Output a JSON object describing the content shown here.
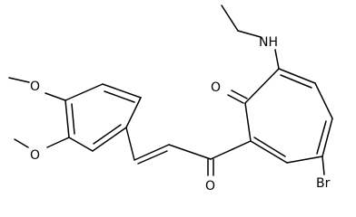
{
  "structure": {
    "atoms": {
      "nh": "NH",
      "ketone_ring_o": "O",
      "ketone_chain_o": "O",
      "br": "Br",
      "methoxy_top_o": "O",
      "methoxy_bottom_o": "O"
    },
    "colors": {
      "bond": "#000000",
      "label": "#000000",
      "background": "#ffffff"
    }
  }
}
